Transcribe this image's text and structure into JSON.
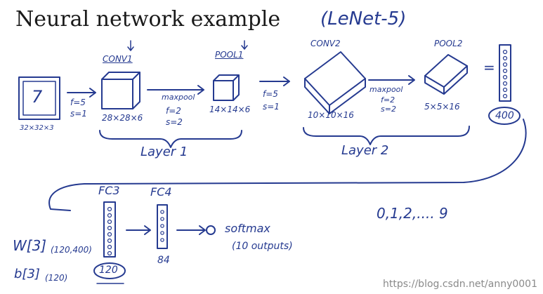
{
  "title": "Neural network example",
  "subtitle": "(LeNet-5)",
  "input": {
    "digit": "7",
    "size": "32×32×3"
  },
  "conv1": {
    "name": "CONV1",
    "params": [
      "f=5",
      "s=1"
    ],
    "size": "28×28×6"
  },
  "pool1": {
    "name": "POOL1",
    "op": "maxpool",
    "params": [
      "f=2",
      "s=2"
    ],
    "size": "14×14×6"
  },
  "conv2": {
    "name": "CONV2",
    "params": [
      "f=5",
      "s=1"
    ],
    "size": "10×10×16"
  },
  "pool2": {
    "name": "POOL2",
    "op": "maxpool",
    "params": [
      "f=2",
      "s=2"
    ],
    "size": "5×5×16"
  },
  "flatten": {
    "equals": "=",
    "size": "400"
  },
  "layers": {
    "layer1": "Layer 1",
    "layer2": "Layer 2"
  },
  "fc3": {
    "name": "FC3",
    "weights": "W[3]",
    "weights_shape": "(120,400)",
    "bias": "b[3]",
    "bias_shape": "(120)",
    "size": "120"
  },
  "fc4": {
    "name": "FC4",
    "size": "84"
  },
  "output": {
    "label": "softmax",
    "detail": "(10 outputs)",
    "classes": "0,1,2,.... 9"
  },
  "watermark": "https://blog.csdn.net/anny0001"
}
